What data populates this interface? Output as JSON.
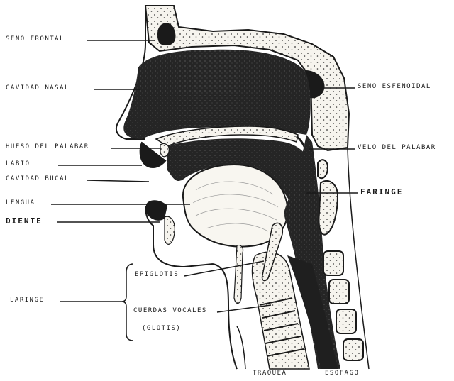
{
  "labels": {
    "seno_frontal": "SENO FRONTAL",
    "cavidad_nasal": "CAVIDAD NASAL",
    "hueso_palabar": "HUESO DEL PALABAR",
    "labio": "LABIO",
    "cavidad_bucal": "CAVIDAD BUCAL",
    "lengua": "LENGUA",
    "diente": "DIENTE",
    "laringe": "LARINGE",
    "epiglotis": "EPIGLOTIS",
    "cuerdas_vocales": "CUERDAS VOCALES",
    "glotis": "(GLOTIS)",
    "seno_esfenoidal": "SENO ESFENOIDAL",
    "velo_palabar": "VELO DEL PALABAR",
    "faringe": "FARINGE",
    "traquea": "TRAQUEA",
    "esofago": "ESOFAGO"
  },
  "colors": {
    "ink": "#1a1a1a",
    "dark_fill": "#242424",
    "paper": "#ffffff",
    "bone": "#f4f2ec"
  }
}
